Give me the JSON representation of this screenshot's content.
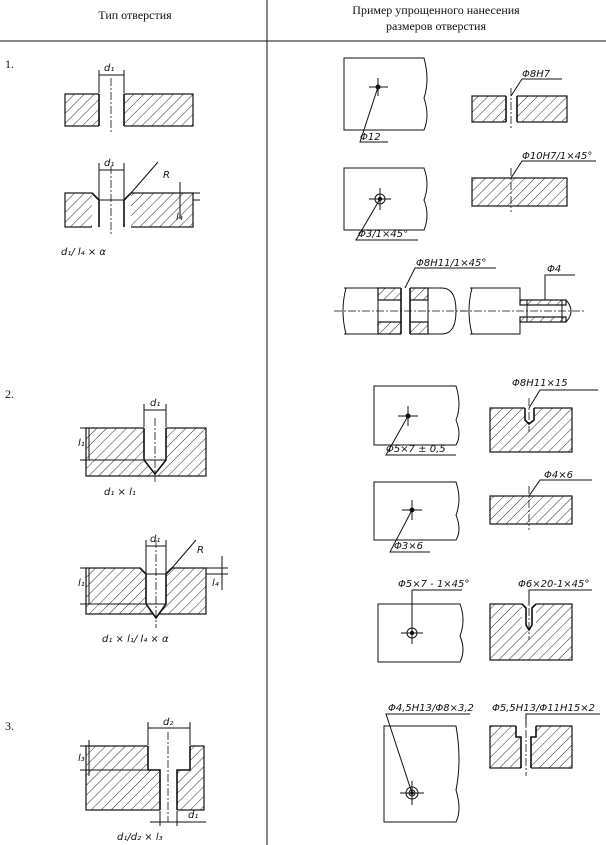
{
  "header": {
    "col_left": "Тип отверстия",
    "col_right_line1": "Пример упрощенного нанесения",
    "col_right_line2": "размеров отверстия"
  },
  "rows": [
    {
      "number": "1."
    },
    {
      "number": "2."
    },
    {
      "number": "3."
    }
  ],
  "labels": {
    "r1_d1_a": "d₁",
    "r1_d1_b": "d₁",
    "r1_R": "R",
    "r1_l4": "l₄",
    "r1_formula": "d₁/ l₄ × α",
    "r1_ex1": "Φ12",
    "r1_ex2": "Φ8H7",
    "r1_ex3": "Φ10H7/1×45°",
    "r1_ex4": "Φ3/1×45°",
    "r1_ex5": "Φ8H11/1×45°",
    "r1_ex6": "Φ4",
    "r2_d1_a": "d₁",
    "r2_l1_a": "l₁",
    "r2_formula_a": "d₁ × l₁",
    "r2_d1_b": "d₁",
    "r2_R": "R",
    "r2_l1_b": "l₁",
    "r2_l4": "l₄",
    "r2_formula_b": "d₁ × l₁/ l₄ × α",
    "r2_ex1": "Φ8H11×15",
    "r2_ex2": "Φ5×7 ± 0,5",
    "r2_ex3": "Φ4×6",
    "r2_ex4": "Φ3×6",
    "r2_ex5": "Φ5×7 - 1×45°",
    "r2_ex6": "Φ6×20-1×45°",
    "r3_d2": "d₂",
    "r3_l3": "l₃",
    "r3_d1": "d₁",
    "r3_formula": "d₁/d₂ × l₃",
    "r3_ex1": "Φ4,5H13/Φ8×3,2",
    "r3_ex2": "Φ5,5H13/Φ11H15×2"
  }
}
